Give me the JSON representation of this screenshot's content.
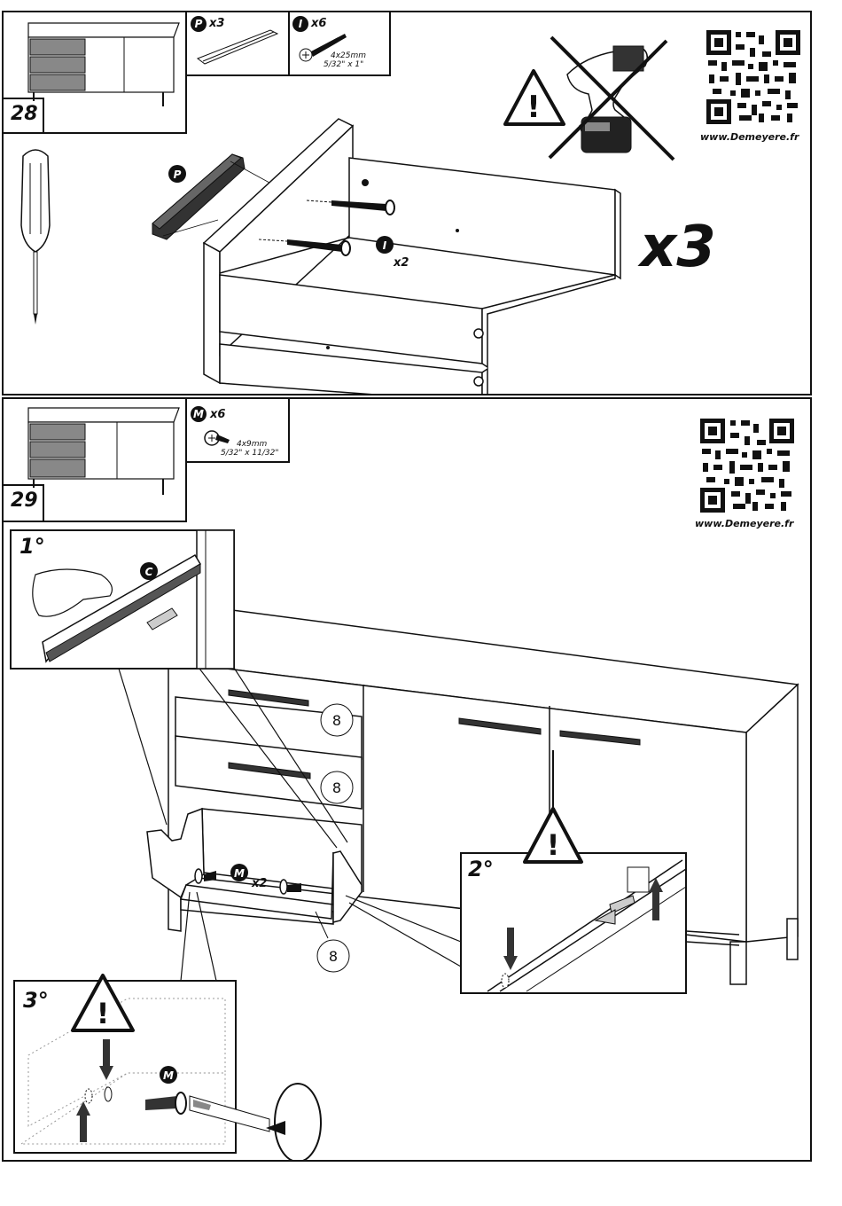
{
  "step28": {
    "number": "28",
    "parts": [
      {
        "letter": "P",
        "qty": "x3"
      },
      {
        "letter": "I",
        "qty": "x6",
        "size_mm": "4x25mm",
        "size_in": "5/32\" x 1\""
      }
    ],
    "callout_P": "P",
    "callout_I": "I",
    "callout_I_qty": "x2",
    "multiplier": "x3",
    "url": "www.Demeyere.fr",
    "warning_mark": "!"
  },
  "step29": {
    "number": "29",
    "parts": [
      {
        "letter": "M",
        "qty": "x6",
        "size_mm": "4x9mm",
        "size_in": "5/32\" x 11/32\""
      }
    ],
    "url": "www.Demeyere.fr",
    "detail1_label": "1°",
    "detail1_callout": "C",
    "detail2_label": "2°",
    "detail3_label": "3°",
    "detail3_callout": "M",
    "drawer_labels": [
      "8",
      "8",
      "8"
    ],
    "callout_M": "M",
    "callout_M_qty": "x2",
    "warning_mark": "!"
  },
  "colors": {
    "ink": "#111111",
    "drawer_grey": "#888888",
    "paper": "#ffffff"
  }
}
